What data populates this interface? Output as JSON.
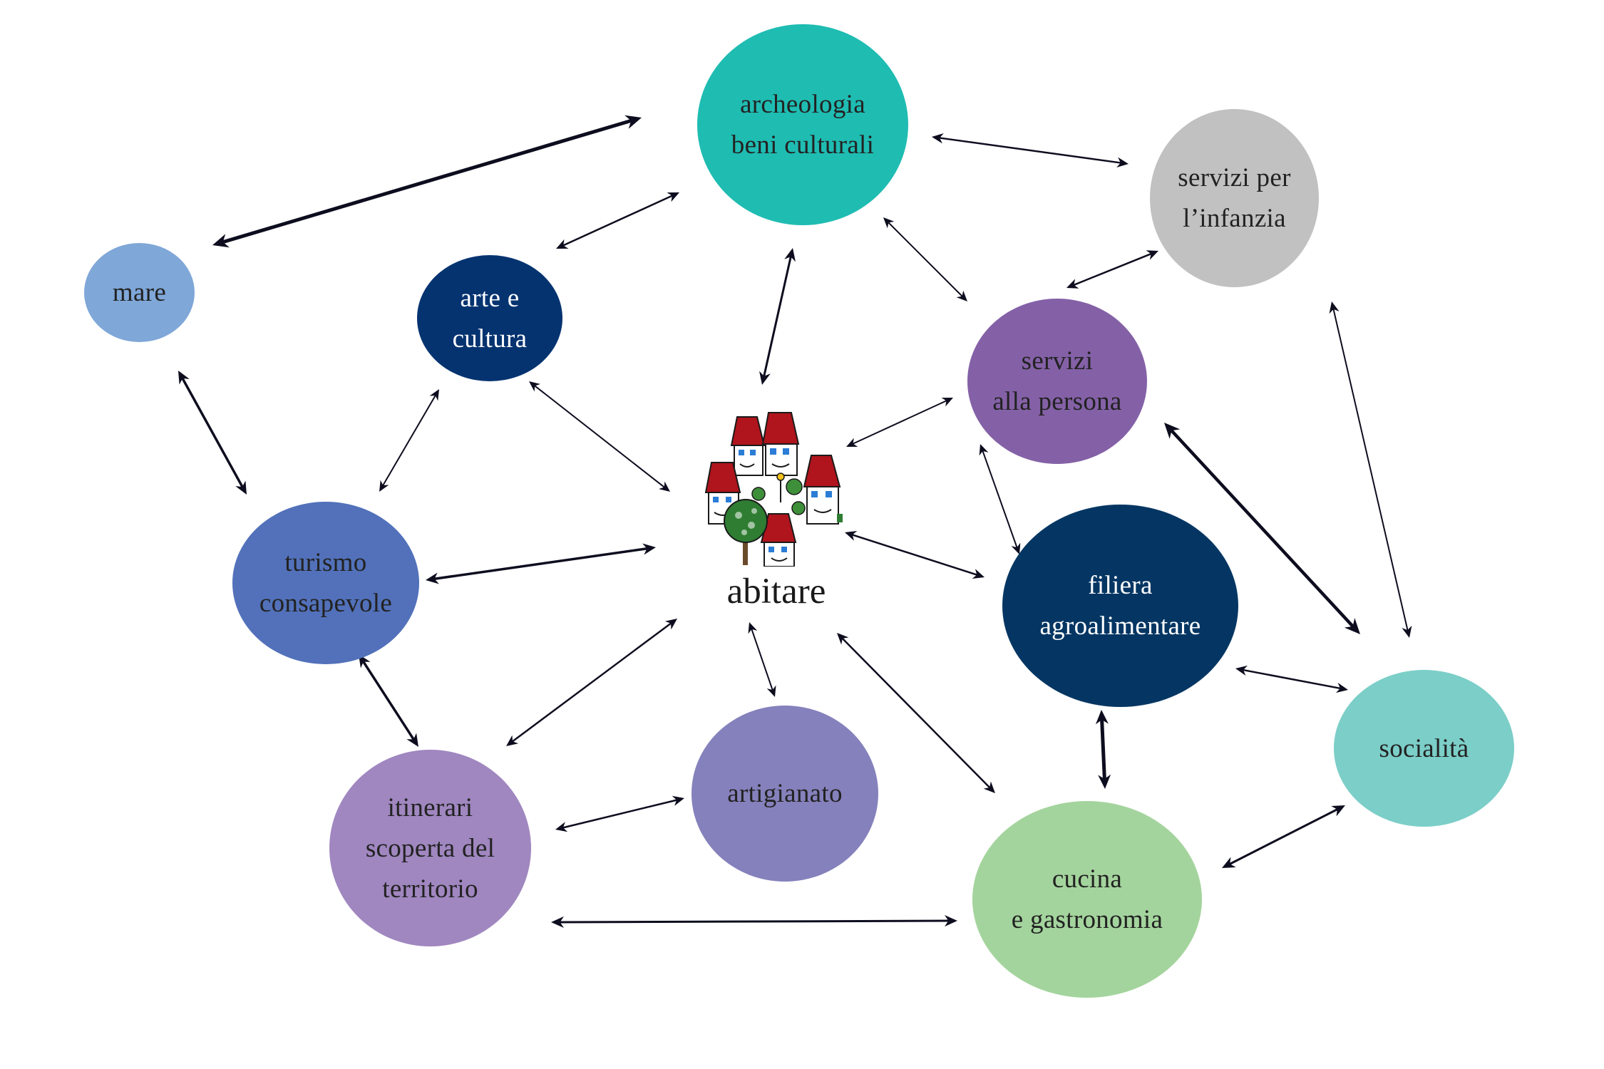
{
  "center": {
    "label": "abitare",
    "icon": "village-houses-icon"
  },
  "colors": {
    "arrow": "#0d0d1f",
    "archeologia": "#1fbcb2",
    "servizi_infanzia": "#c1c1c1",
    "mare": "#7fa7d8",
    "arte": "#053370",
    "servizi_persona": "#8461a7",
    "turismo": "#5271ba",
    "filiera": "#053663",
    "socialita": "#7ccec8",
    "artigianato": "#8581bc",
    "itinerari": "#a087c0",
    "cucina": "#a4d49d"
  },
  "nodes": {
    "archeologia": "archeologia\nbeni culturali",
    "servizi_infanzia": "servizi per\nl’infanzia",
    "mare": "mare",
    "arte": "arte e\ncultura",
    "servizi_persona": "servizi\nalla persona",
    "turismo": "turismo\nconsapevole",
    "filiera": "filiera\nagroalimentare",
    "socialita": "socialità",
    "artigianato": "artigianato",
    "itinerari": "itinerari\nscoperta del\nterritorio",
    "cucina": "cucina\ne gastronomia"
  },
  "connections": [
    {
      "from": "mare",
      "to": "archeologia",
      "bidirectional": true
    },
    {
      "from": "arte",
      "to": "archeologia",
      "bidirectional": true
    },
    {
      "from": "archeologia",
      "to": "servizi_infanzia",
      "bidirectional": true
    },
    {
      "from": "archeologia",
      "to": "abitare",
      "bidirectional": true
    },
    {
      "from": "archeologia",
      "to": "servizi_persona",
      "bidirectional": true
    },
    {
      "from": "servizi_persona",
      "to": "servizi_infanzia",
      "bidirectional": true
    },
    {
      "from": "servizi_infanzia",
      "to": "socialita",
      "bidirectional": true
    },
    {
      "from": "mare",
      "to": "turismo",
      "bidirectional": true
    },
    {
      "from": "arte",
      "to": "turismo",
      "bidirectional": true
    },
    {
      "from": "arte",
      "to": "abitare",
      "bidirectional": true
    },
    {
      "from": "servizi_persona",
      "to": "abitare",
      "bidirectional": true
    },
    {
      "from": "servizi_persona",
      "to": "filiera",
      "bidirectional": true
    },
    {
      "from": "servizi_persona",
      "to": "socialita",
      "bidirectional": true
    },
    {
      "from": "turismo",
      "to": "abitare",
      "bidirectional": true
    },
    {
      "from": "abitare",
      "to": "filiera",
      "bidirectional": true
    },
    {
      "from": "turismo",
      "to": "itinerari",
      "bidirectional": true
    },
    {
      "from": "itinerari",
      "to": "abitare",
      "bidirectional": true
    },
    {
      "from": "abitare",
      "to": "artigianato",
      "bidirectional": true
    },
    {
      "from": "abitare",
      "to": "cucina",
      "bidirectional": true
    },
    {
      "from": "filiera",
      "to": "socialita",
      "bidirectional": true
    },
    {
      "from": "filiera",
      "to": "cucina",
      "bidirectional": true
    },
    {
      "from": "itinerari",
      "to": "artigianato",
      "bidirectional": true
    },
    {
      "from": "itinerari",
      "to": "cucina",
      "bidirectional": true
    },
    {
      "from": "cucina",
      "to": "socialita",
      "bidirectional": true
    }
  ]
}
